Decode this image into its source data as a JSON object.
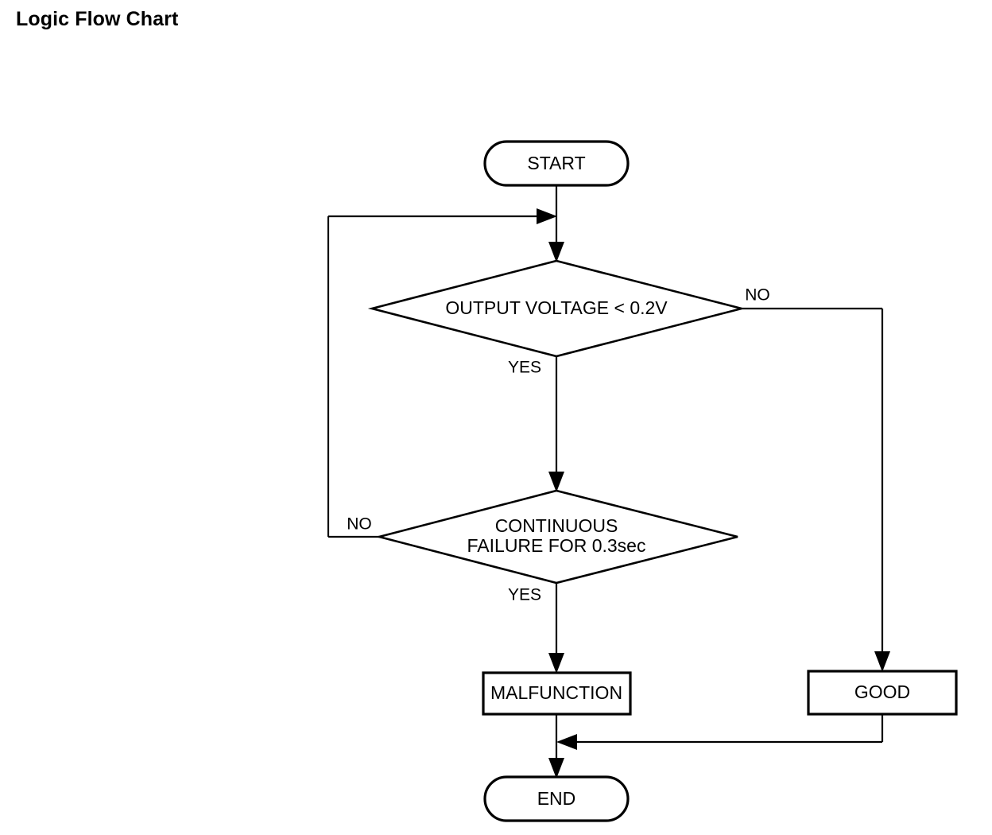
{
  "page": {
    "title": "Logic Flow Chart",
    "background_color": "#ffffff",
    "line_color": "#000000"
  },
  "chart_data": {
    "type": "diagram",
    "diagram_kind": "flowchart",
    "title": "Logic Flow Chart",
    "nodes": [
      {
        "id": "start",
        "shape": "terminator",
        "label": "START"
      },
      {
        "id": "decision1",
        "shape": "decision",
        "label": "OUTPUT VOLTAGE < 0.2V"
      },
      {
        "id": "decision2",
        "shape": "decision",
        "label_line1": "CONTINUOUS",
        "label_line2": "FAILURE FOR 0.3sec"
      },
      {
        "id": "malfunction",
        "shape": "process",
        "label": "MALFUNCTION"
      },
      {
        "id": "good",
        "shape": "process",
        "label": "GOOD"
      },
      {
        "id": "end",
        "shape": "terminator",
        "label": "END"
      }
    ],
    "edges": [
      {
        "from": "start",
        "to": "decision1",
        "label": ""
      },
      {
        "from": "decision1",
        "to": "decision2",
        "label": "YES"
      },
      {
        "from": "decision1",
        "to": "good",
        "label": "NO"
      },
      {
        "from": "decision2",
        "to": "malfunction",
        "label": "YES"
      },
      {
        "from": "decision2",
        "to": "decision1",
        "label": "NO"
      },
      {
        "from": "malfunction",
        "to": "end",
        "label": ""
      },
      {
        "from": "good",
        "to": "end",
        "label": ""
      }
    ],
    "branch_labels": {
      "decision1_no": "NO",
      "decision1_yes": "YES",
      "decision2_no": "NO",
      "decision2_yes": "YES"
    }
  }
}
